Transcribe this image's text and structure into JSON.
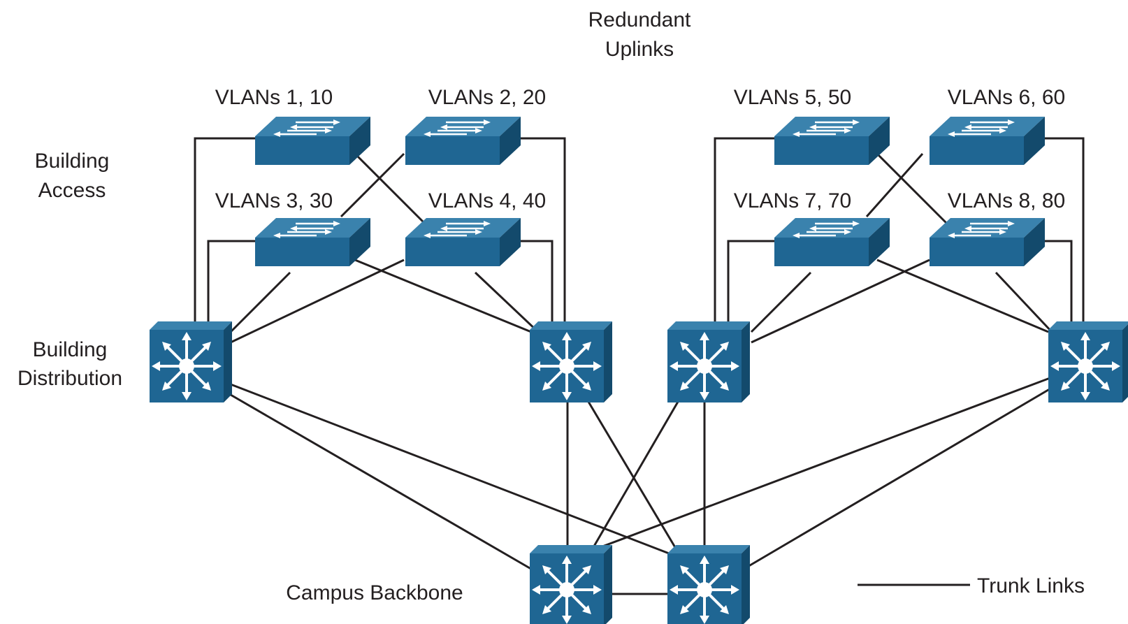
{
  "labels": {
    "redundant_uplinks_1": "Redundant",
    "redundant_uplinks_2": "Uplinks",
    "building_access_1": "Building",
    "building_access_2": "Access",
    "building_distribution_1": "Building",
    "building_distribution_2": "Distribution",
    "campus_backbone": "Campus Backbone",
    "legend_trunk_links": "Trunk Links"
  },
  "access_switches": [
    {
      "id": "a1",
      "vlans": "VLANs 1, 10"
    },
    {
      "id": "a2",
      "vlans": "VLANs 2, 20"
    },
    {
      "id": "a3",
      "vlans": "VLANs 3, 30"
    },
    {
      "id": "a4",
      "vlans": "VLANs 4, 40"
    },
    {
      "id": "a5",
      "vlans": "VLANs 5, 50"
    },
    {
      "id": "a6",
      "vlans": "VLANs 6, 60"
    },
    {
      "id": "a7",
      "vlans": "VLANs 7, 70"
    },
    {
      "id": "a8",
      "vlans": "VLANs 8, 80"
    }
  ],
  "distribution_switches": [
    "d1",
    "d2",
    "d3",
    "d4"
  ],
  "backbone_switches": [
    "c1",
    "c2"
  ],
  "colors": {
    "switch_front": "#1f6693",
    "switch_top": "#3a82ad",
    "switch_side": "#134a6c",
    "link": "#231f20",
    "icon_white": "#ffffff"
  }
}
